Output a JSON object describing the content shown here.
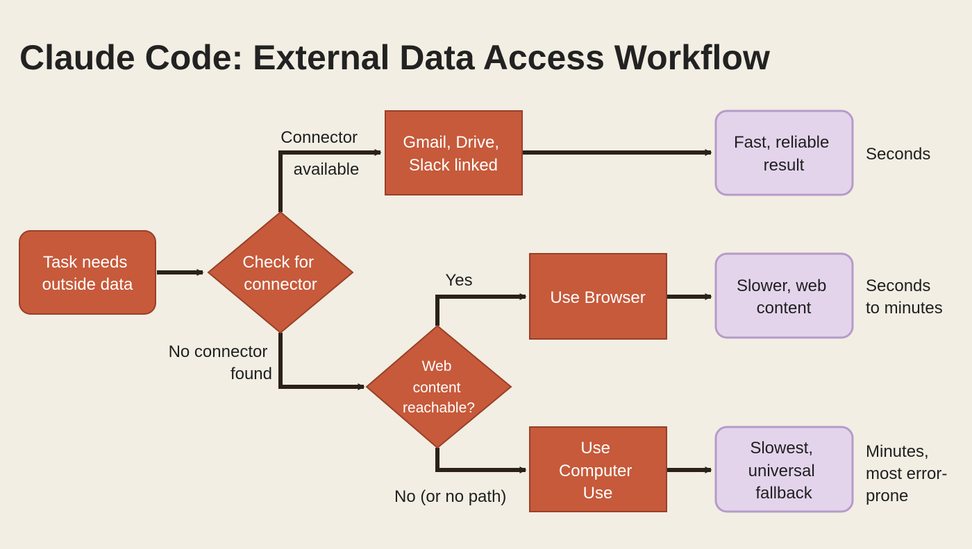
{
  "title": "Claude Code: External Data Access Workflow",
  "colors": {
    "background": "#f2eee3",
    "process_fill": "#c65a3b",
    "process_stroke": "#9a3f27",
    "result_fill": "#e3d4ec",
    "result_stroke": "#b69bc9",
    "arrow": "#2b2118"
  },
  "nodes": {
    "task": [
      "Task needs",
      "outside data"
    ],
    "check_connector": [
      "Check for",
      "connector"
    ],
    "connector_linked": [
      "Gmail, Drive,",
      "Slack linked"
    ],
    "web_reachable": [
      "Web",
      "content",
      "reachable?"
    ],
    "use_browser": [
      "Use Browser"
    ],
    "use_computer": [
      "Use",
      "Computer",
      "Use"
    ],
    "result_fast": [
      "Fast, reliable",
      "result"
    ],
    "result_slower": [
      "Slower, web",
      "content"
    ],
    "result_slowest": [
      "Slowest,",
      "universal",
      "fallback"
    ]
  },
  "edge_labels": {
    "connector_available": [
      "Connector",
      "available"
    ],
    "no_connector": [
      "No connector",
      "found"
    ],
    "yes": [
      "Yes"
    ],
    "no_path": [
      "No (or no path)"
    ]
  },
  "timings": {
    "fast": [
      "Seconds"
    ],
    "slower": [
      "Seconds",
      "to minutes"
    ],
    "slowest": [
      "Minutes,",
      "most error-",
      "prone"
    ]
  }
}
